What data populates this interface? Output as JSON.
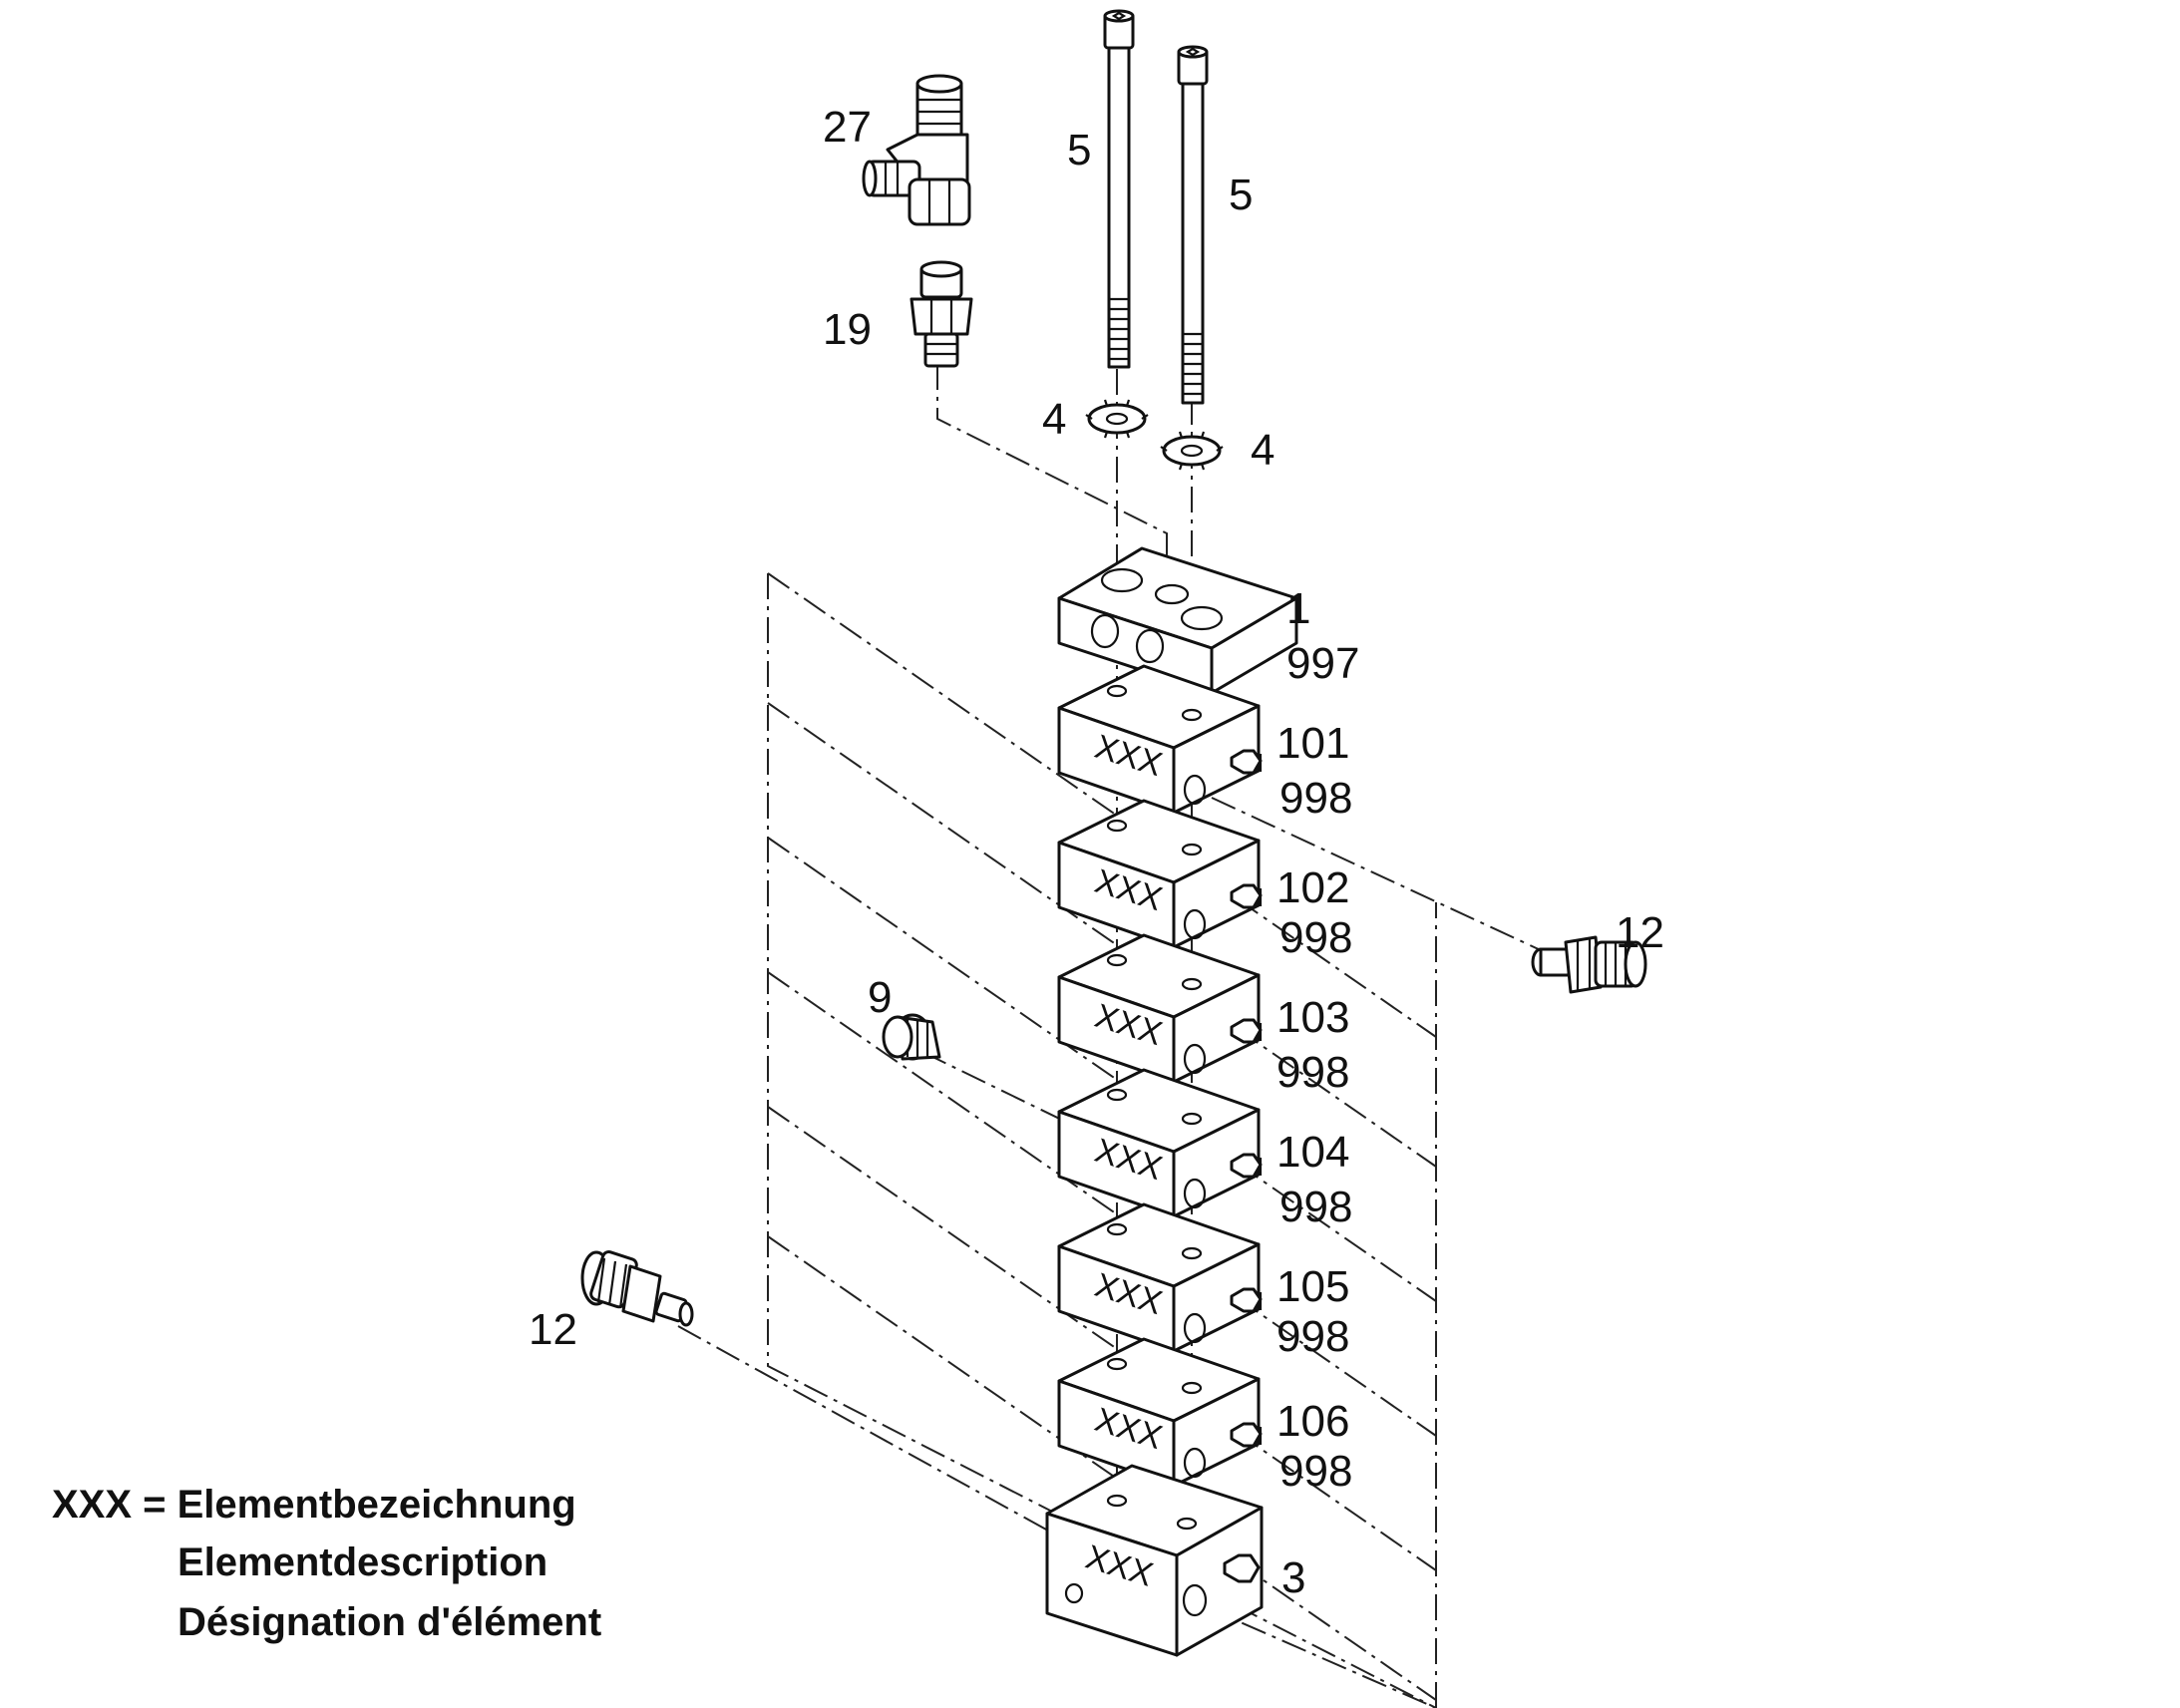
{
  "labels": {
    "p27": "27",
    "p19": "19",
    "p5a": "5",
    "p5b": "5",
    "p4a": "4",
    "p4b": "4",
    "p1": "1",
    "p997": "997",
    "p101": "101",
    "p102": "102",
    "p103": "103",
    "p104": "104",
    "p105": "105",
    "p106": "106",
    "p998": [
      "998",
      "998",
      "998",
      "998",
      "998",
      "998"
    ],
    "p12_right": "12",
    "p12_left": "12",
    "p9": "9",
    "p3": "3"
  },
  "element_marking": "XXX",
  "legend": {
    "line1": "XXX = Elementbezeichnung",
    "line2": "Elementdescription",
    "line3": "Désignation d'élément"
  }
}
